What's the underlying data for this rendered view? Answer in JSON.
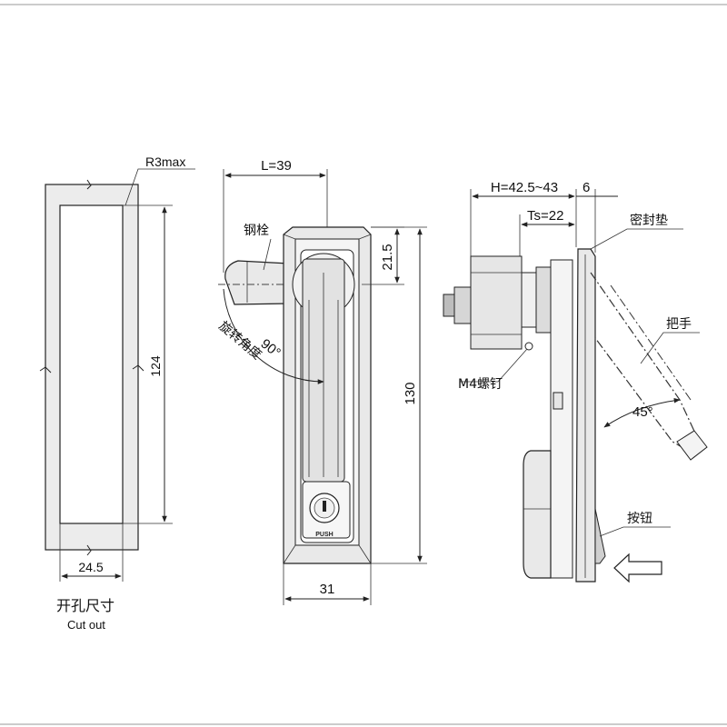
{
  "title": "",
  "labels": {
    "r3max": "R3max",
    "dim_124": "124",
    "dim_24_5": "24.5",
    "cutout_zh": "开孔尺寸",
    "cutout_en": "Cut out",
    "l39": "L=39",
    "steel_bolt": "钢栓",
    "dim_21_5": "21.5",
    "angle_90": "90°",
    "rotation_angle": "旋转角度",
    "dim_130": "130",
    "dim_31": "31",
    "push": "PUSH",
    "h_range": "H=42.5~43",
    "dim_6": "6",
    "ts22": "Ts=22",
    "seal_gasket": "密封垫",
    "handle": "把手",
    "m4_screw": "M4螺钉",
    "angle_45": "45°",
    "button": "按钮"
  },
  "colors": {
    "line": "#222222",
    "body_fill": "#e9e9e9",
    "light_fill": "#f4f4f4",
    "dark_fill": "#cfcfcf",
    "frame": "#999999"
  }
}
